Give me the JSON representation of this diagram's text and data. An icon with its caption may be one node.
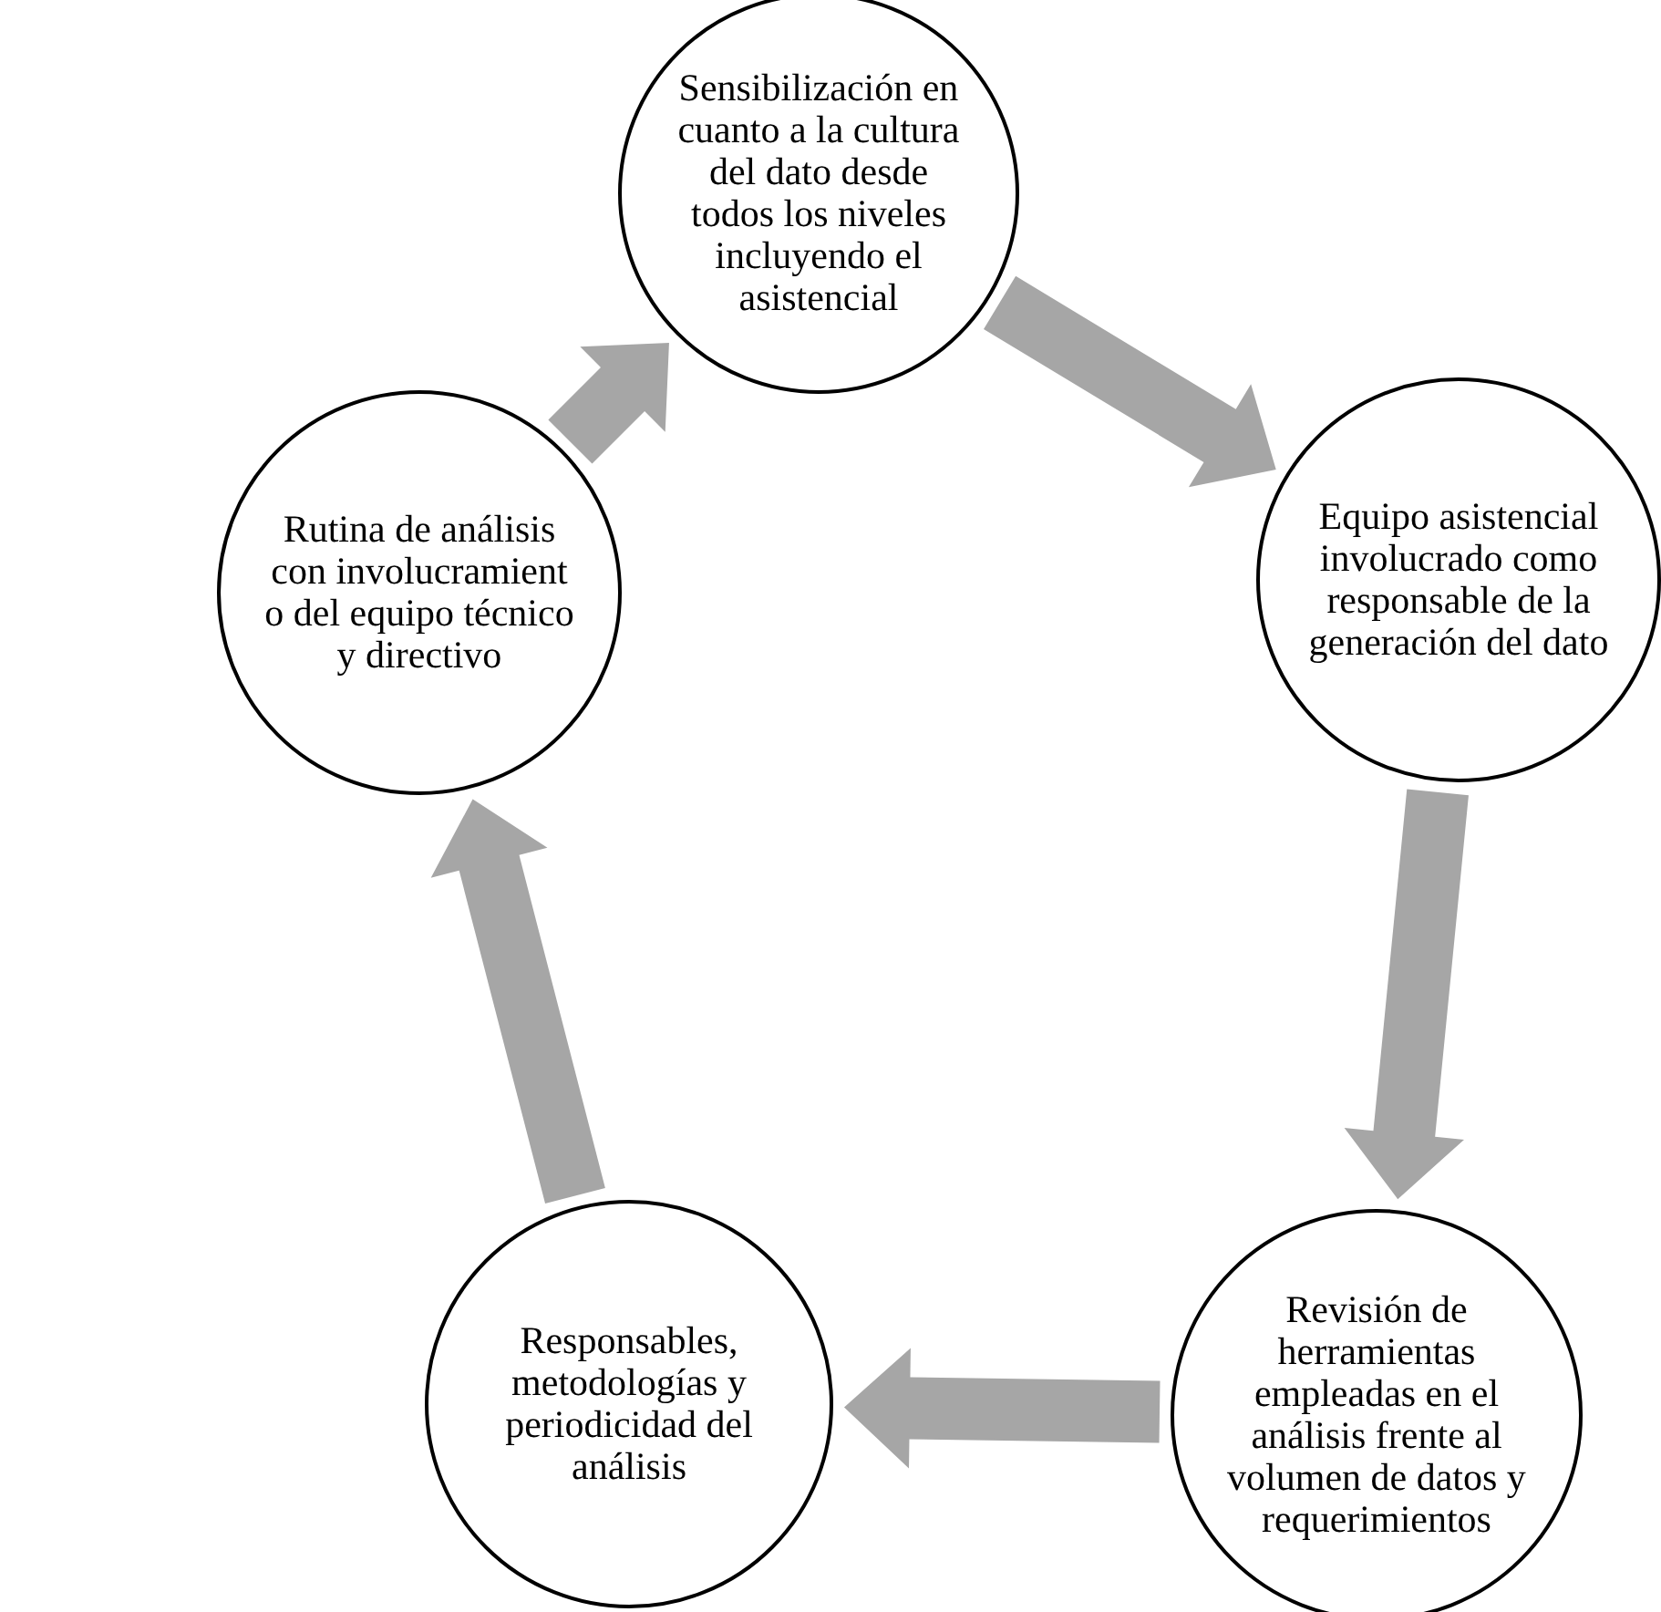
{
  "diagram": {
    "nodes": [
      {
        "text": [
          "Sensibilización en cuanto a la cultura del dato desde todos los niveles incluyendo el asistencial"
        ]
      },
      {
        "text": [
          "Equipo asistencial involucrado como responsable de la generación del dato"
        ]
      },
      {
        "text": [
          "Revisión de herramientas empleadas en el análisis frente al volumen de datos y requerimientos"
        ]
      },
      {
        "text": [
          "Responsables, metodologías y periodicidad del análisis"
        ]
      },
      {
        "text": [
          "Rutina de análisis con involucramient o del equipo técnico y directivo"
        ]
      }
    ],
    "edges": [
      {
        "from": 0,
        "to": 1,
        "arrow": "to",
        "style": "thick"
      },
      {
        "from": 1,
        "to": 2,
        "arrow": "to",
        "style": "thick"
      },
      {
        "from": 2,
        "to": 3,
        "arrow": "to",
        "style": "thick"
      },
      {
        "from": 3,
        "to": 4,
        "arrow": "to",
        "style": "thick"
      },
      {
        "from": 4,
        "to": 0,
        "arrow": "to",
        "style": "thick"
      }
    ]
  }
}
